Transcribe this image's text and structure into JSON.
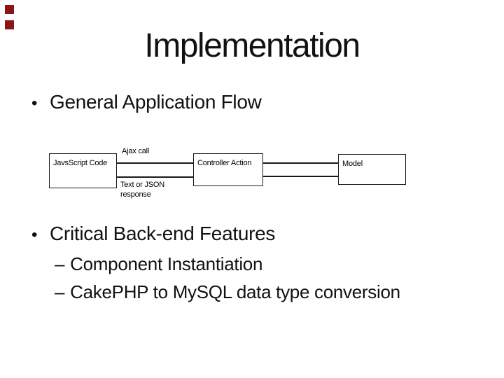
{
  "colors": {
    "background": "#ffffff",
    "text": "#111111",
    "diagram_line": "#1a1a1a",
    "corner_marker_red": "#8b1515"
  },
  "slide": {
    "title": "Implementation",
    "bullet_marker": "•",
    "sub_marker": "–",
    "bullets": [
      {
        "text": "General Application Flow"
      },
      {
        "text": "Critical Back-end Features"
      }
    ],
    "sub_bullets": [
      {
        "text": "Component Instantiation"
      },
      {
        "text": "CakePHP to MySQL data type conversion"
      }
    ]
  },
  "diagram": {
    "boxes": [
      {
        "label": "JavsScript Code"
      },
      {
        "label": "Controller Action"
      },
      {
        "label": "Model"
      }
    ],
    "labels": {
      "ajax": "Ajax call",
      "response_line1": "Text or JSON",
      "response_line2": "response"
    }
  }
}
